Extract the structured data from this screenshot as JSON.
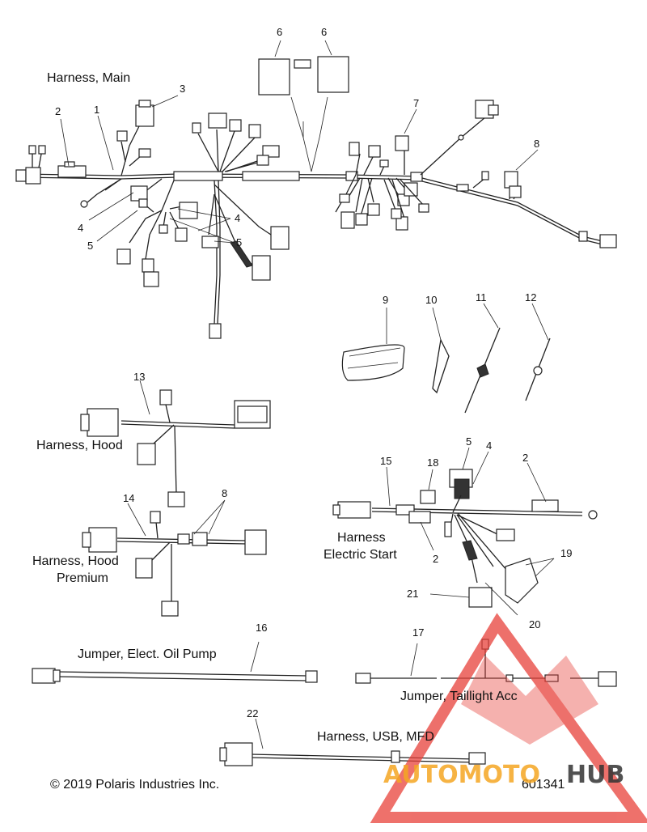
{
  "captions": {
    "harness_main": "Harness, Main",
    "harness_hood": "Harness, Hood",
    "harness_hood_premium_1": "Harness, Hood",
    "harness_hood_premium_2": "Premium",
    "harness_electric_start_1": "Harness",
    "harness_electric_start_2": "Electric Start",
    "jumper_oil_pump": "Jumper, Elect. Oil Pump",
    "jumper_taillight": "Jumper, Taillight Acc",
    "harness_usb": "Harness, USB, MFD",
    "copyright": "© 2019 Polaris Industries Inc.",
    "diagram_number": "601341"
  },
  "callouts": {
    "main_1": "1",
    "main_2": "2",
    "main_3": "3",
    "main_4a": "4",
    "main_4b": "4",
    "main_5a": "5",
    "main_5b": "5",
    "main_6a": "6",
    "main_6b": "6",
    "main_7": "7",
    "main_8": "8",
    "p9": "9",
    "p10": "10",
    "p11": "11",
    "p12": "12",
    "p13": "13",
    "p14": "14",
    "p8_hood": "8",
    "p15": "15",
    "p18": "18",
    "p5_es": "5",
    "p4_es": "4",
    "p2_es_a": "2",
    "p2_es_b": "2",
    "p19": "19",
    "p21": "21",
    "p20": "20",
    "p16": "16",
    "p17": "17",
    "p22": "22"
  },
  "watermark": {
    "word_a": "AUTOMOTO",
    "word_b": "HUB",
    "color_a": "#f5a623",
    "color_b": "#333333",
    "triangle_color": "#e8413a"
  }
}
